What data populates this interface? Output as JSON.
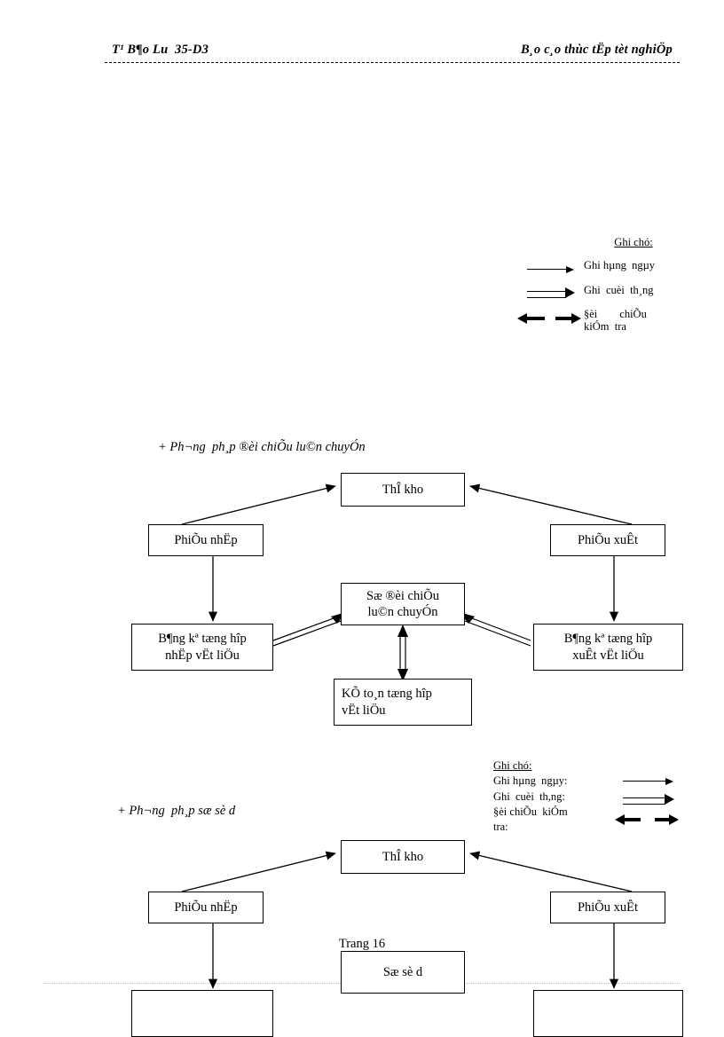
{
  "header": {
    "left": "T¹ B¶o Lu  35-D3",
    "right": "B¸o c¸o thùc tËp tèt nghiÖp"
  },
  "legend_top": {
    "title": "Ghi chó:",
    "items": [
      {
        "arrow": "single-arrow-right-icon",
        "label": "Ghi hµng  ngµy"
      },
      {
        "arrow": "double-arrow-right-icon",
        "label": "Ghi  cuèi  th¸ng"
      },
      {
        "arrow": "bidirectional-bold-arrow-icon",
        "label": "§èi        chiÕu\nkiÓm  tra"
      }
    ]
  },
  "legend_bottom": {
    "title": "Ghi chó:",
    "lines": [
      "Ghi hµng  ngµy:",
      "Ghi  cuèi  th,ng:",
      "§èi chiÕu  kiÓm",
      "tra:"
    ],
    "arrows": [
      "single-arrow-right-icon",
      "double-arrow-right-icon",
      "bidirectional-bold-arrow-icon"
    ]
  },
  "diagram1": {
    "title": "+ Ph¬ng  ph¸p ®èi chiÕu lu©n chuyÓn",
    "boxes": {
      "warehouse_card": "ThÎ kho",
      "receipt_note": "PhiÕu nhËp",
      "issue_note": "PhiÕu xuÊt",
      "rotation_ledger": "Sæ ®èi chiÕu\nlu©n  chuyÓn",
      "receipt_summary": "B¶ng kª tæng hîp\nnhËp vËt liÖu",
      "issue_summary": "B¶ng kª tæng hîp\nxuÊt vËt liÖu",
      "general_accounting": "KÕ to¸n tæng hîp\nvËt liÖu"
    }
  },
  "diagram2": {
    "title": "+ Ph¬ng  ph¸p sæ sè d",
    "boxes": {
      "warehouse_card": "ThÎ kho",
      "receipt_note": "PhiÕu nhËp",
      "issue_note": "PhiÕu xuÊt",
      "balance_ledger": "Sæ sè d"
    }
  },
  "footer": {
    "page_label": "Trang 16"
  }
}
